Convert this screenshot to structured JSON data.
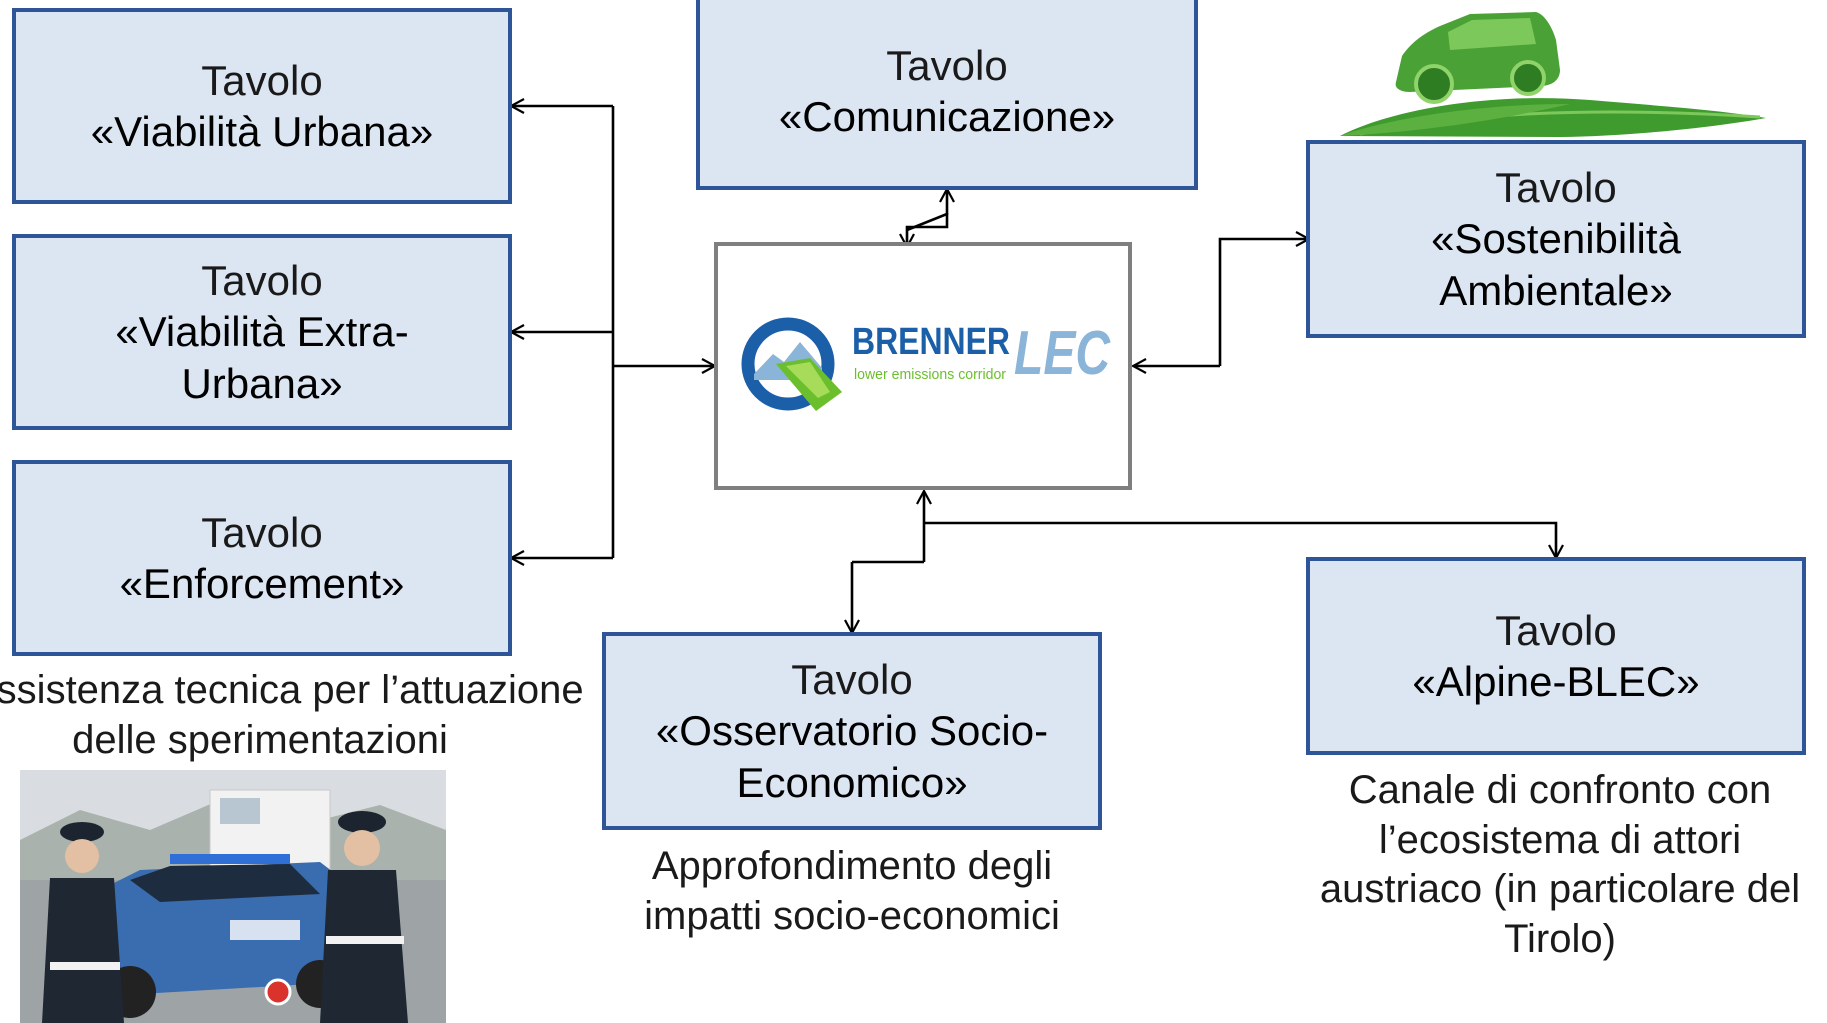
{
  "boxes": {
    "viabilita_urbana": {
      "label": "Tavolo",
      "name": "«Viabilità Urbana»"
    },
    "viabilita_extra": {
      "label": "Tavolo",
      "name": "«Viabilità Extra-",
      "name2": "Urbana»"
    },
    "enforcement": {
      "label": "Tavolo",
      "name": "«Enforcement»"
    },
    "comunicazione": {
      "label": "Tavolo",
      "name": "«Comunicazione»"
    },
    "sostenibilita": {
      "label": "Tavolo",
      "name": "«Sostenibilità",
      "name2": "Ambientale»"
    },
    "osservatorio": {
      "label": "Tavolo",
      "name": "«Osservatorio Socio-",
      "name2": "Economico»"
    },
    "alpine": {
      "label": "Tavolo",
      "name": "«Alpine-BLEC»"
    }
  },
  "captions": {
    "assistenza_l1": "Assistenza tecnica per l’attuazione",
    "assistenza_l2": "delle sperimentazioni",
    "approfondimento_l1": "Approfondimento degli",
    "approfondimento_l2": "impatti socio-economici",
    "canale_l1": "Canale di confronto con",
    "canale_l2": "l’ecosistema di attori",
    "canale_l3": "austriaco (in particolare del",
    "canale_l4": "Tirolo)"
  },
  "logo": {
    "brand_1": "BRENNER",
    "brand_2": "LEC",
    "tagline": "lower emissions corridor"
  },
  "colors": {
    "box_fill": "#dce6f2",
    "box_border": "#2e5597",
    "logo_blue": "#1b5fa8",
    "logo_green": "#6cbf2c"
  }
}
